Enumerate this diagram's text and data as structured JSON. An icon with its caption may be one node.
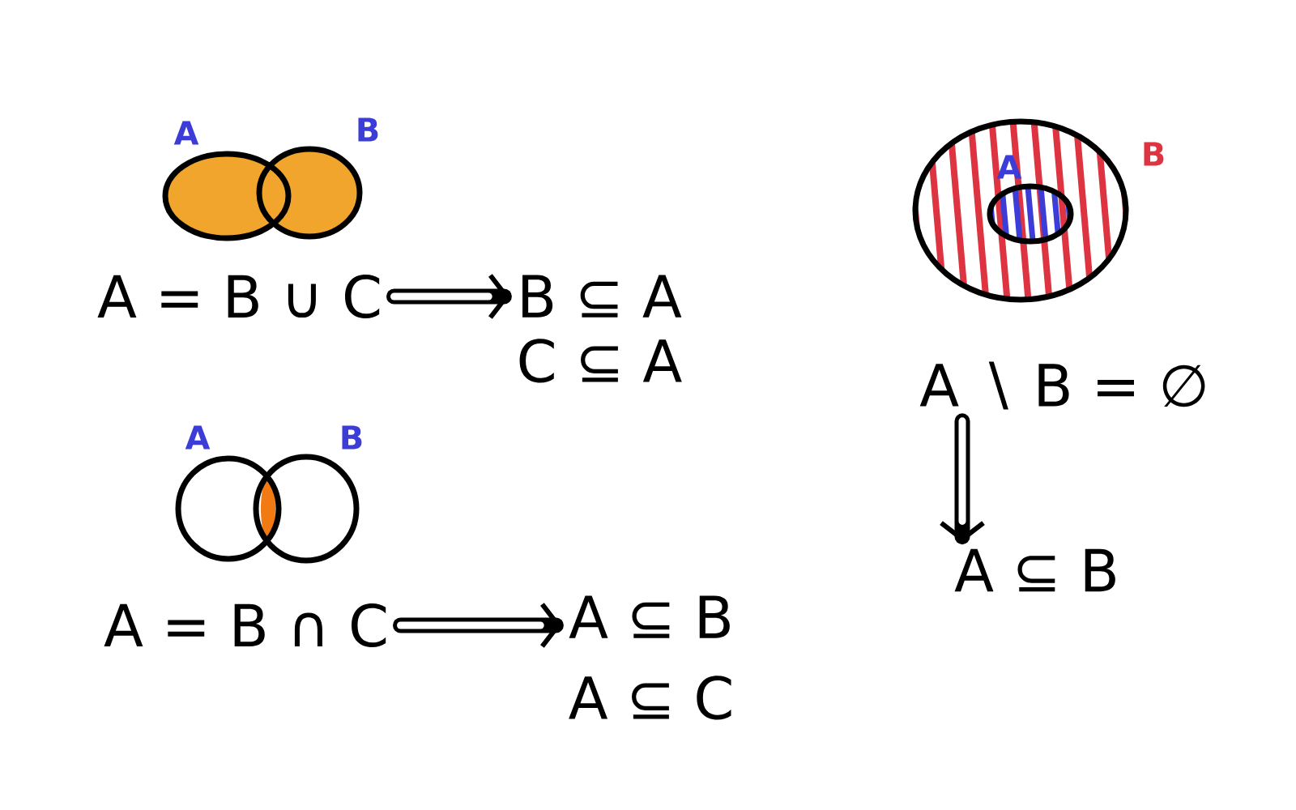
{
  "diagram": {
    "nodes": [
      {
        "text": [
          "A"
        ]
      },
      {
        "text": [
          "B"
        ]
      },
      {
        "text": [
          "A = B ∪ C"
        ]
      },
      {
        "text": [
          "B ⊆ A",
          "C ⊆ A"
        ]
      },
      {
        "text": [
          "A"
        ]
      },
      {
        "text": [
          "B"
        ]
      },
      {
        "text": [
          "A = B ∩ C"
        ]
      },
      {
        "text": [
          "A ⊆ B",
          "A ⊆ C"
        ]
      },
      {
        "text": [
          "B"
        ]
      },
      {
        "text": [
          "A"
        ],
        "in": 8
      },
      {
        "text": [
          "A ∖ B = ∅"
        ]
      },
      {
        "text": [
          "A ⊆ B"
        ]
      }
    ],
    "edges": [
      {
        "from": 2,
        "to": 3,
        "arrow": "to"
      },
      {
        "from": 6,
        "to": 7,
        "arrow": "to"
      },
      {
        "from": 10,
        "to": 11,
        "arrow": "to"
      }
    ]
  }
}
